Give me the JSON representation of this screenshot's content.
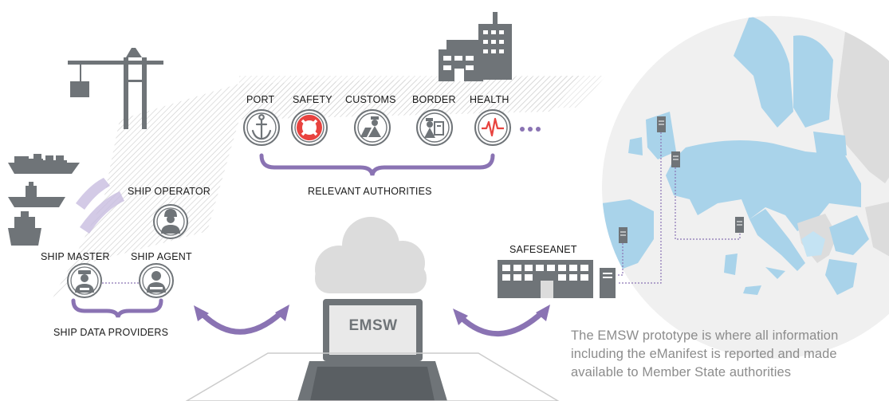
{
  "authorities": {
    "items": [
      {
        "label": "PORT",
        "icon": "anchor-icon"
      },
      {
        "label": "SAFETY",
        "icon": "lifebuoy-icon"
      },
      {
        "label": "CUSTOMS",
        "icon": "customs-officer-icon"
      },
      {
        "label": "BORDER",
        "icon": "passport-check-icon"
      },
      {
        "label": "HEALTH",
        "icon": "heartbeat-icon"
      }
    ],
    "group_label": "RELEVANT AUTHORITIES"
  },
  "ship_side": {
    "operator_label": "SHIP OPERATOR",
    "master_label": "SHIP MASTER",
    "agent_label": "SHIP AGENT",
    "group_label": "SHIP DATA PROVIDERS"
  },
  "center": {
    "emsw_label": "EMSW"
  },
  "safeseanet": {
    "label": "SAFESEANET"
  },
  "description": "The EMSW prototype is where all information including the eManifest is reported and made available to Member State authorities",
  "colors": {
    "purple": "#8a73b3",
    "grey_icon": "#6f7478",
    "red_accent": "#e8433f",
    "map_sea": "#f0f0f0",
    "map_member_states": "#a9d3ea",
    "map_other": "#dcdcdc"
  }
}
